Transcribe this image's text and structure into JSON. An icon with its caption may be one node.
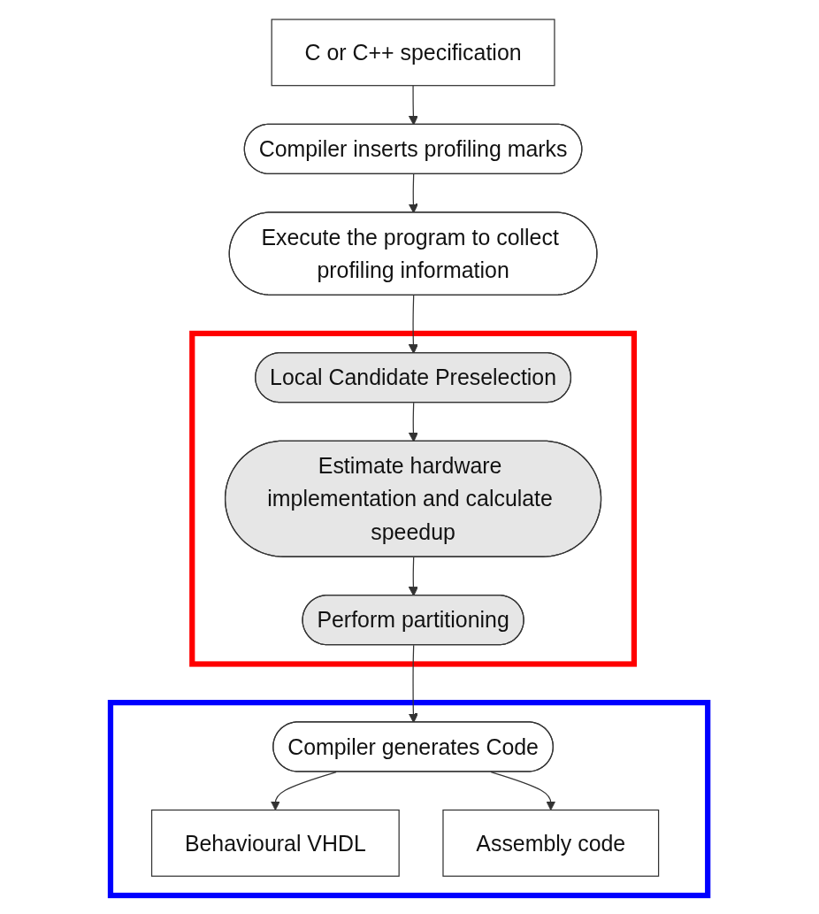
{
  "diagram": {
    "nodes": [
      {
        "text": [
          "C or C++ specification"
        ]
      },
      {
        "text": [
          "Compiler inserts profiling marks"
        ]
      },
      {
        "text": [
          "Execute the program to collect profiling information"
        ]
      },
      {
        "text": [],
        "shape": "box"
      },
      {
        "text": [
          "Local Candidate Preselection"
        ],
        "in": 3
      },
      {
        "text": [
          "Estimate hardware implementation and calculate speedup"
        ],
        "in": 3
      },
      {
        "text": [
          "Perform partitioning"
        ],
        "in": 3
      },
      {
        "text": [],
        "shape": "box"
      },
      {
        "text": [
          "Compiler generates Code"
        ],
        "in": 7
      },
      {
        "text": [
          "Behavioural VHDL"
        ],
        "in": 7
      },
      {
        "text": [
          "Assembly code"
        ],
        "in": 7
      }
    ],
    "edges": [
      {
        "from": 0,
        "to": 1,
        "arrow": "to"
      },
      {
        "from": 1,
        "to": 2,
        "arrow": "to"
      },
      {
        "from": 2,
        "to": 4,
        "arrow": "to"
      },
      {
        "from": 4,
        "to": 5,
        "arrow": "to"
      },
      {
        "from": 5,
        "to": 6,
        "arrow": "to"
      },
      {
        "from": 6,
        "to": 8,
        "arrow": "to"
      },
      {
        "from": 8,
        "to": 9,
        "arrow": "to"
      },
      {
        "from": 8,
        "to": 10,
        "arrow": "to"
      }
    ]
  }
}
